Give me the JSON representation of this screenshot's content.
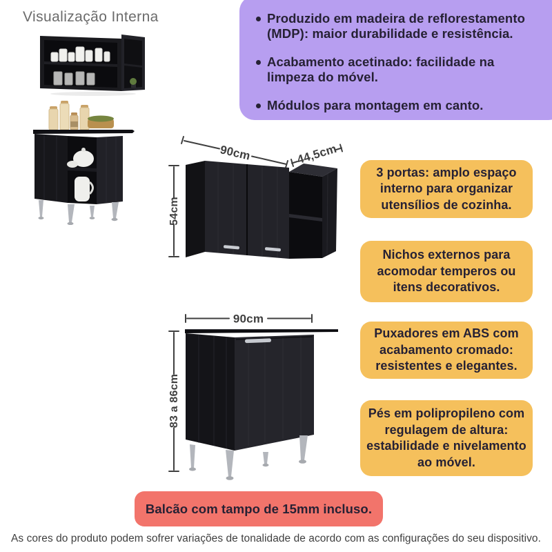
{
  "title": "Visualização Interna",
  "features": [
    {
      "pre": "Produzido em madeira de reflorestamento ",
      "bold": "(MDP)",
      "post": ": maior durabilidade e resistência."
    },
    {
      "pre": "Acabamento acetinado: facilidade na limpeza do móvel.",
      "bold": "",
      "post": ""
    },
    {
      "pre": "Módulos para montagem em canto.",
      "bold": "",
      "post": ""
    }
  ],
  "dimensions": {
    "upper": {
      "width": "90cm",
      "depth": "44,5cm",
      "height": "54cm"
    },
    "base": {
      "width": "90cm",
      "height": "83 a 86cm"
    }
  },
  "callouts": [
    "3 portas: amplo espaço interno para organizar utensílios de cozinha.",
    "Nichos externos para acomodar temperos ou itens decorativos.",
    "Puxadores em ABS com acabamento cromado: resistentes e elegantes.",
    "Pés em polipropileno com regulagem de altura: estabilidade e nivelamento ao móvel."
  ],
  "highlight": "Balcão com tampo de 15mm incluso.",
  "disclaimer": "As cores do produto podem sofrer variações de tonalidade de acordo com as configurações do seu dispositivo.",
  "colors": {
    "purple": "#b79ef0",
    "orange": "#f5c05c",
    "red": "#f2746b",
    "text_dark": "#262134",
    "title_gray": "#6b6b6b",
    "dimension_line": "#3f3f3f"
  }
}
